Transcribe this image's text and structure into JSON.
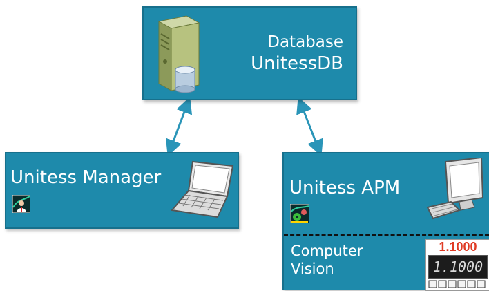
{
  "database": {
    "label": "Database",
    "name": "UnitessDB"
  },
  "manager": {
    "title": "Unitess Manager"
  },
  "apm": {
    "title": "Unitess APM"
  },
  "computer_vision": {
    "line1": "Computer",
    "line2": "Vision"
  },
  "display": {
    "top_value": "1.1000",
    "lcd_value": "1.1000"
  },
  "colors": {
    "box_fill": "#1e8aab",
    "box_border": "#17708c",
    "arrow": "#2a95b8",
    "display_red": "#e03b25"
  }
}
